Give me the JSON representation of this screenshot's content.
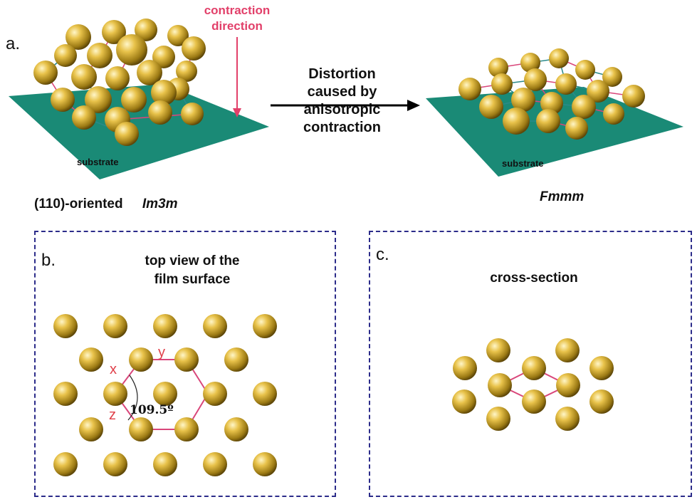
{
  "panel_a": {
    "label": "a.",
    "contraction_line1": "contraction",
    "contraction_line2": "direction",
    "arrow_line1": "Distortion",
    "arrow_line2": "caused by",
    "arrow_line3": "anisotropic",
    "arrow_line4": "contraction",
    "substrate_left": "substrate",
    "substrate_right": "substrate",
    "caption_left_prefix": "(110)-oriented",
    "caption_left_group": "Im3m",
    "caption_right_group": "Fmmm"
  },
  "panel_b": {
    "label": "b.",
    "title_line1": "top view of the",
    "title_line2": "film surface",
    "axis_x": "x",
    "axis_y": "y",
    "axis_z": "z",
    "angle": "109.5º"
  },
  "panel_c": {
    "label": "c.",
    "title": "cross-section"
  },
  "colors": {
    "sphere": "#d9b23a",
    "substrate": "#1a8a76",
    "bond_pink": "#d9467a",
    "bond_teal": "#2a8a8a",
    "annotation_red": "#e2406a",
    "panel_border": "#2c2c8a"
  }
}
